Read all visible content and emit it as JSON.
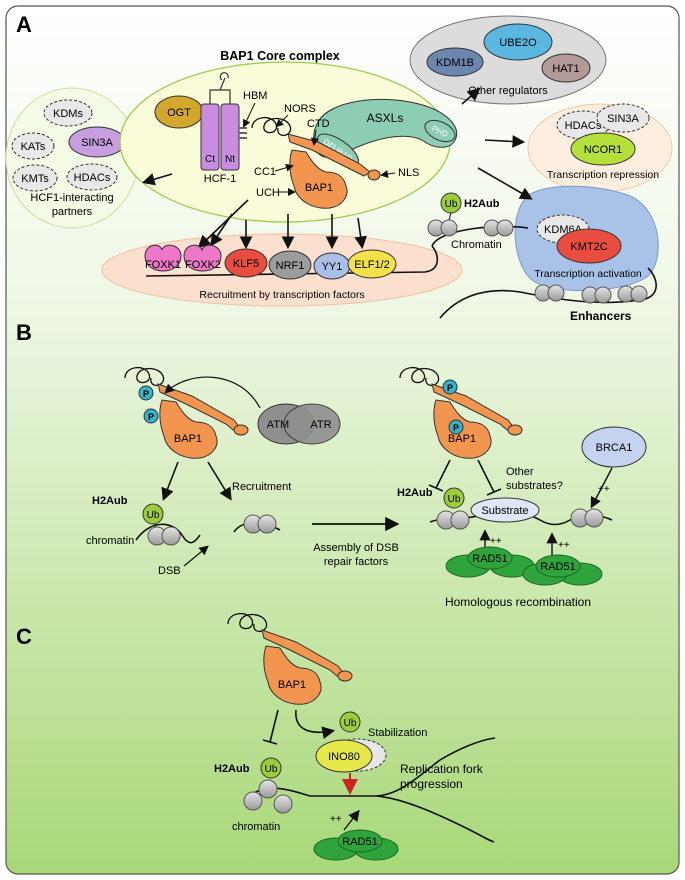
{
  "panels": {
    "a": "A",
    "b": "B",
    "c": "C"
  },
  "panel_a": {
    "title": "BAP1 Core complex",
    "ogt": "OGT",
    "hbm": "HBM",
    "nors": "NORS",
    "ctd": "CTD",
    "asxls": "ASXLs",
    "phd": "PHD",
    "deubad": "DEUBAD",
    "ct": "Ct",
    "nt": "Nt",
    "hcf1": "HCF-1",
    "cc1": "CC1",
    "uch": "UCH",
    "bap1": "BAP1",
    "nls": "NLS",
    "hcf1_partners": {
      "kdms": "KDMs",
      "kats": "KATs",
      "sin3a": "SIN3A",
      "kmts": "KMTs",
      "hdacs": "HDACs",
      "caption_line1": "HCF1-interacting",
      "caption_line2": "partners"
    },
    "other_regulators": {
      "kdm1b": "KDM1B",
      "ube2o": "UBE2O",
      "hat1": "HAT1",
      "caption": "Other regulators"
    },
    "repression": {
      "hdacs": "HDACs",
      "sin3a": "SIN3A",
      "ncor1": "NCOR1",
      "caption": "Transcription repression"
    },
    "activation": {
      "kdm6a": "KDM6A",
      "kmt2c": "KMT2C",
      "caption": "Transcription activation"
    },
    "tfs": {
      "items": [
        "FOXK1",
        "FOXK2",
        "KLF5",
        "NRF1",
        "YY1",
        "ELF1/2"
      ],
      "caption": "Recruitment by transcription factors"
    },
    "ub": "Ub",
    "h2aub": "H2Aub",
    "chromatin": "Chromatin",
    "enhancers": "Enhancers"
  },
  "panel_b": {
    "p": "P",
    "atm": "ATM",
    "atr": "ATR",
    "bap1": "BAP1",
    "recruitment": "Recruitment",
    "h2aub": "H2Aub",
    "ub": "Ub",
    "chromatin": "chromatin",
    "dsb": "DSB",
    "assembly_line1": "Assembly of DSB",
    "assembly_line2": "repair factors",
    "other_line1": "Other",
    "other_line2": "substrates?",
    "brca1": "BRCA1",
    "plusplus": "++",
    "substrate": "Substrate",
    "rad51": "RAD51",
    "hr": "Homologous recombination"
  },
  "panel_c": {
    "bap1": "BAP1",
    "ub": "Ub",
    "stabilization": "Stabilization",
    "ino80": "INO80",
    "h2aub": "H2Aub",
    "chromatin": "chromatin",
    "fork_line1": "Replication fork",
    "fork_line2": "progression",
    "plusplus": "++",
    "rad51": "RAD51"
  },
  "colors": {
    "bap1": "#f2954f",
    "hcf1": "#c88de0",
    "asxl": "#8ccdb4",
    "ogt": "#d4a72c",
    "ub": "#9ccc3c",
    "p": "#34b3c9",
    "nucleosome": "#b5b5b5",
    "rad51": "#2fa33c",
    "klf5": "#e84d3f",
    "kmt2c": "#e84d3f",
    "ncor1": "#b5e03a",
    "ube2o": "#5ab8e0",
    "ino80": "#e6e84a",
    "background_top": "#ffffff",
    "background_bottom": "#a8d878"
  }
}
